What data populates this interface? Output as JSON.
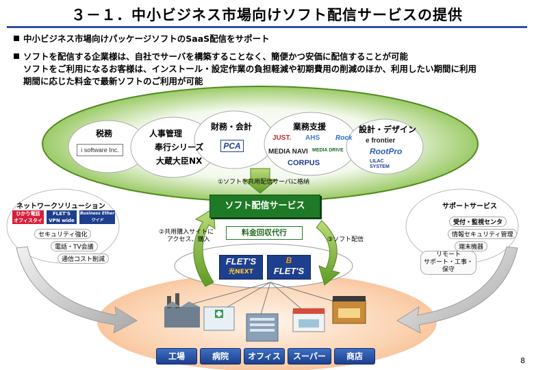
{
  "title": "３－１．中小ビジネス市場向けソフト配信サービスの提供",
  "bullets": [
    {
      "lines": [
        "中小ビジネス市場向けパッケージソフトのSaaS配信をサポート"
      ]
    },
    {
      "lines": [
        "ソフトを配信する企業様は、自社でサーバを構築することなく、簡便かつ安価に配信することが可能",
        "ソフトをご利用になるお客様は、インストール・設定作業の負担軽減や初期費用の削減のほか、利用したい期間に利用",
        "期間に応じた料金で最新ソフトのご利用が可能"
      ]
    }
  ],
  "categories": {
    "tax": {
      "label": "税務",
      "logo": "i software Inc."
    },
    "hr": {
      "label": "人事管理",
      "logo1": "奉行シリーズ",
      "logo2": "大蔵大臣NX"
    },
    "finance": {
      "label": "財務・会計",
      "logo": "PCA"
    },
    "business": {
      "label": "業務支援",
      "logos": [
        "JUST.",
        "AHS",
        "Rock",
        "MEDIA NAVI",
        "MEDIA DRIVE",
        "CORPUS"
      ]
    },
    "design": {
      "label": "設計・デザイン",
      "logos": [
        "e frontier",
        "RootPro",
        "LILAC SYSTEM"
      ]
    }
  },
  "flow": {
    "step1": "①ソフトを共用配信サーバに格納",
    "service_box": "ソフト配信サービス",
    "billing_box": "料金回収代行",
    "step2_line1": "②共用購入サイトに",
    "step2_line2": "アクセス、購入",
    "step3": "③ソフト配信",
    "flets1": "FLET'S",
    "flets1_sub": "光NEXT",
    "flets2_top": "B",
    "flets2": "FLET'S"
  },
  "left_panel": {
    "title": "ネットワークソリューション",
    "logos": [
      "ひかり電話",
      "オフィスタイプ",
      "FLET'S",
      "VPN wide",
      "Business Ether",
      "ワイド"
    ],
    "items": [
      "セキュリティ強化",
      "電話・TV会議",
      "通信コスト削減"
    ]
  },
  "right_panel": {
    "title": "サポートサービス",
    "items": [
      "受付・監視センタ",
      "情報セキュリティ管理",
      "端末機器",
      "リモート",
      "サポート・工事・保守"
    ]
  },
  "destinations": [
    "工場",
    "病院",
    "オフィス",
    "スーパー",
    "商店"
  ],
  "page_number": "8"
}
